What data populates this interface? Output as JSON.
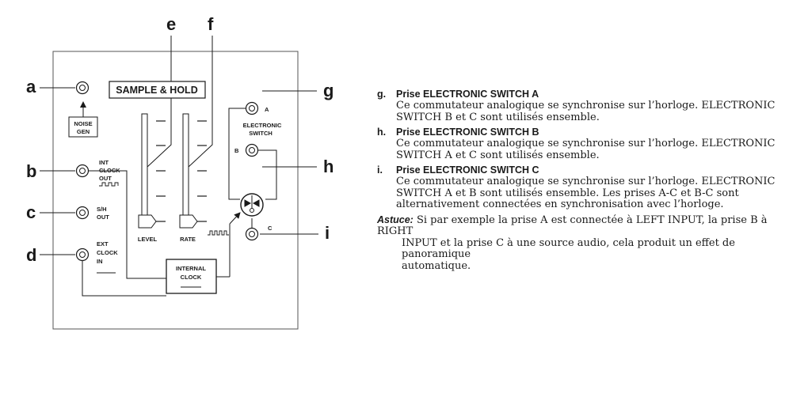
{
  "diagram": {
    "callouts": {
      "a": "a",
      "b": "b",
      "c": "c",
      "d": "d",
      "e": "e",
      "f": "f",
      "g": "g",
      "h": "h",
      "i": "i"
    },
    "panel_labels": {
      "sample_hold": "SAMPLE & HOLD",
      "noise_gen": [
        "NOISE",
        "GEN"
      ],
      "int_clock_out": [
        "INT",
        "CLOCK",
        "OUT"
      ],
      "sh_out": [
        "S/H",
        "OUT"
      ],
      "ext_clock_in": [
        "EXT",
        "CLOCK",
        "IN"
      ],
      "level": "LEVEL",
      "rate": "RATE",
      "electronic_switch": [
        "ELECTRONIC",
        "SWITCH"
      ],
      "switch_a": "A",
      "switch_b": "B",
      "switch_c": "C",
      "internal_clock": [
        "INTERNAL",
        "CLOCK"
      ]
    }
  },
  "items": [
    {
      "letter": "g.",
      "title": "Prise ELECTRONIC SWITCH A",
      "lines": [
        "Ce commutateur analogique se synchronise sur l’horloge. ELECTRONIC",
        "SWITCH B et C sont utilisés ensemble."
      ]
    },
    {
      "letter": "h.",
      "title": "Prise ELECTRONIC SWITCH B",
      "lines": [
        "Ce commutateur analogique se synchronise sur l’horloge. ELECTRONIC",
        "SWITCH A et C sont utilisés ensemble."
      ]
    },
    {
      "letter": "i.",
      "title": "Prise ELECTRONIC SWITCH C",
      "lines": [
        "Ce commutateur analogique se synchronise sur l’horloge. ELECTRONIC",
        "SWITCH A et B sont utilisés ensemble. Les prises A-C et B-C sont",
        "alternativement connectées en synchronisation avec l’horloge."
      ]
    }
  ],
  "tip": {
    "label": "Astuce:",
    "lines": [
      "Si par exemple la prise A est connectée à LEFT INPUT, la prise B à RIGHT",
      "INPUT et la prise C à une source audio, cela produit un effet de panoramique",
      "automatique."
    ]
  }
}
